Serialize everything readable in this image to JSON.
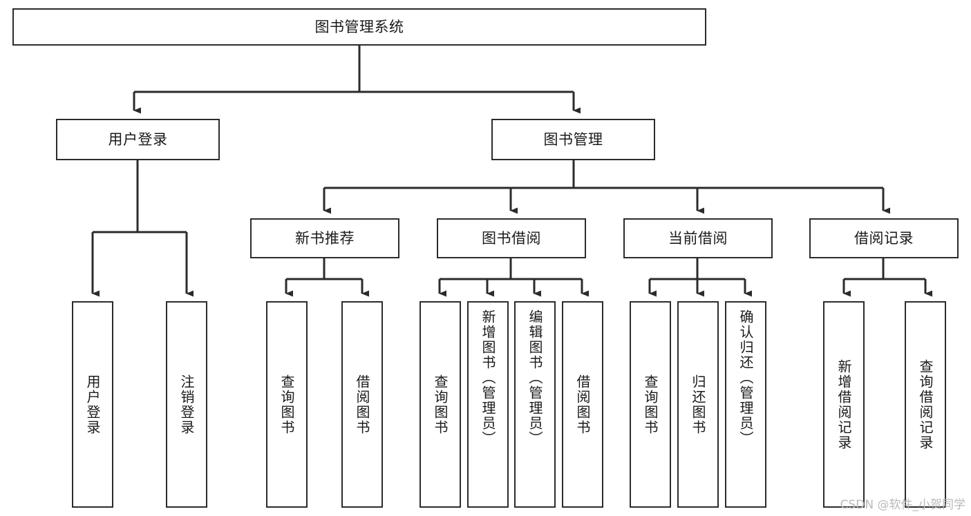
{
  "diagram": {
    "title": "图书管理系统",
    "type": "tree-hierarchy",
    "watermark": "CSDN @软件_小贺同学",
    "style": {
      "box_border_color": "#2b2b2b",
      "box_fill_color": "#ffffff",
      "connector_color": "#2b2b2b",
      "text_color": "#1a1a1a",
      "background": "#ffffff",
      "watermark_color": "#b9b9b9"
    },
    "root": {
      "label": "图书管理系统",
      "orientation": "horizontal"
    },
    "level2": [
      {
        "label": "用户登录",
        "orientation": "horizontal"
      },
      {
        "label": "图书管理",
        "orientation": "horizontal"
      }
    ],
    "level3": [
      {
        "label": "新书推荐",
        "orientation": "horizontal",
        "parent": "图书管理"
      },
      {
        "label": "图书借阅",
        "orientation": "horizontal",
        "parent": "图书管理"
      },
      {
        "label": "当前借阅",
        "orientation": "horizontal",
        "parent": "图书管理"
      },
      {
        "label": "借阅记录",
        "orientation": "horizontal",
        "parent": "图书管理"
      }
    ],
    "leaves": [
      {
        "label": "用户登录",
        "parent": "用户登录",
        "orientation": "vertical",
        "align": "center"
      },
      {
        "label": "注销登录",
        "parent": "用户登录",
        "orientation": "vertical",
        "align": "center"
      },
      {
        "label": "查询图书",
        "parent": "新书推荐",
        "orientation": "vertical",
        "align": "center"
      },
      {
        "label": "借阅图书",
        "parent": "新书推荐",
        "orientation": "vertical",
        "align": "center"
      },
      {
        "label": "查询图书",
        "parent": "图书借阅",
        "orientation": "vertical",
        "align": "center"
      },
      {
        "label": "新增图书（管理员）",
        "parent": "图书借阅",
        "orientation": "vertical",
        "align": "top"
      },
      {
        "label": "编辑图书（管理员）",
        "parent": "图书借阅",
        "orientation": "vertical",
        "align": "top"
      },
      {
        "label": "借阅图书",
        "parent": "图书借阅",
        "orientation": "vertical",
        "align": "center"
      },
      {
        "label": "查询图书",
        "parent": "当前借阅",
        "orientation": "vertical",
        "align": "center"
      },
      {
        "label": "归还图书",
        "parent": "当前借阅",
        "orientation": "vertical",
        "align": "center"
      },
      {
        "label": "确认归还（管理员）",
        "parent": "当前借阅",
        "orientation": "vertical",
        "align": "top"
      },
      {
        "label": "新增借阅记录",
        "parent": "借阅记录",
        "orientation": "vertical",
        "align": "center"
      },
      {
        "label": "查询借阅记录",
        "parent": "借阅记录",
        "orientation": "vertical",
        "align": "center"
      }
    ]
  }
}
